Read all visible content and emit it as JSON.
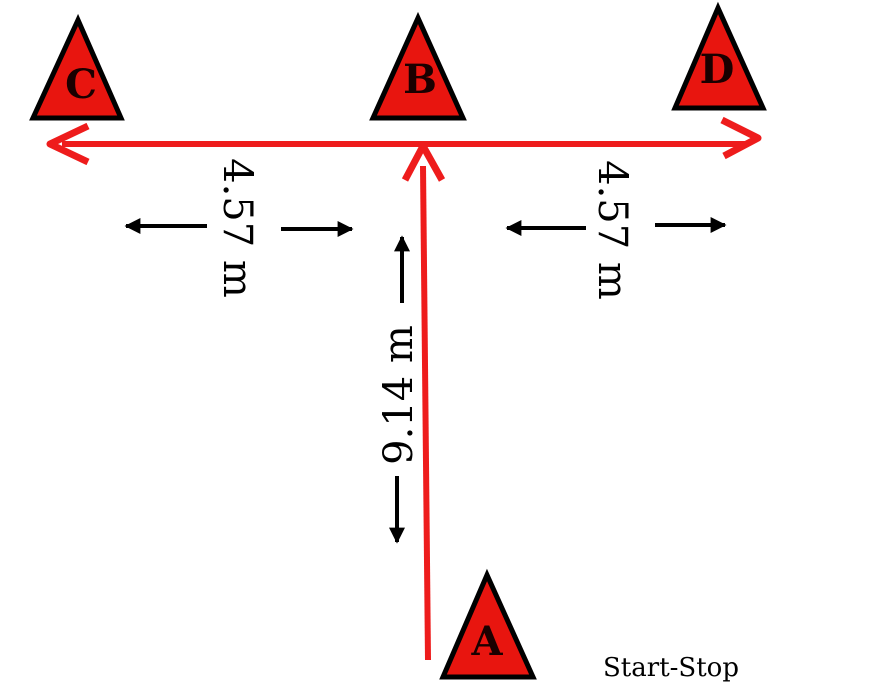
{
  "cones": {
    "a": {
      "label": "A"
    },
    "b": {
      "label": "B"
    },
    "c": {
      "label": "C"
    },
    "d": {
      "label": "D"
    }
  },
  "dimensions": {
    "left_lateral": "4.57 m",
    "right_lateral": "4.57 m",
    "forward": "9.14 m"
  },
  "caption": "Start-Stop",
  "colors": {
    "cone_fill": "#e8150f",
    "path": "#ee1c1c",
    "outline": "#000000"
  }
}
